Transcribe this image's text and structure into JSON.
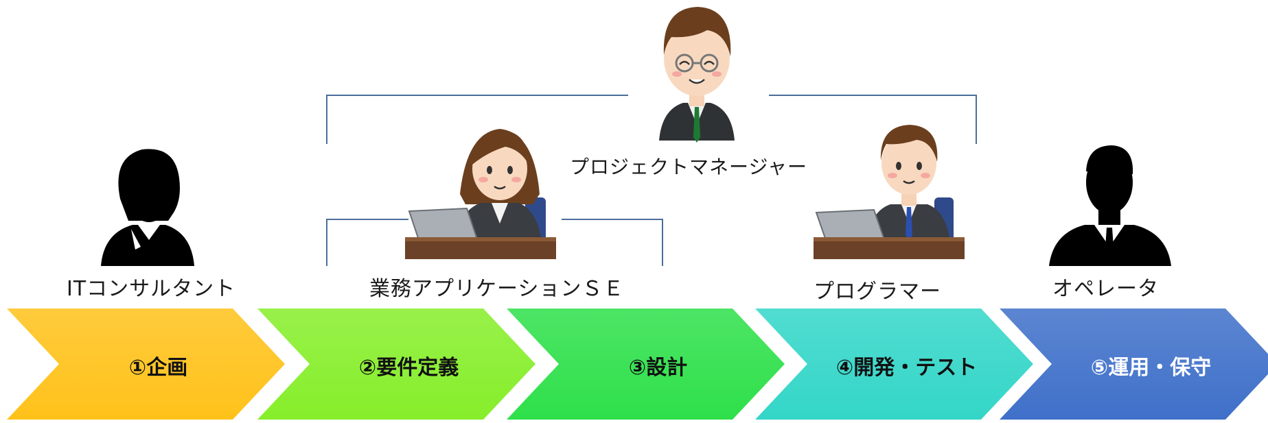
{
  "roles": {
    "consultant": "ITコンサルタント",
    "business_se": "業務アプリケーションＳＥ",
    "project_manager": "プロジェクトマネージャー",
    "programmer": "プログラマー",
    "operator": "オペレータ"
  },
  "phases": [
    {
      "label": "①企画",
      "color": "#FFC21A",
      "text_color": "#111111"
    },
    {
      "label": "②要件定義",
      "color": "#86EE2A",
      "text_color": "#111111"
    },
    {
      "label": "③設計",
      "color": "#2EE04A",
      "text_color": "#111111"
    },
    {
      "label": "④開発・テスト",
      "color": "#33D6C8",
      "text_color": "#111111"
    },
    {
      "label": "⑤運用・保守",
      "color": "#3F70C9",
      "text_color": "#ffffff"
    }
  ],
  "colors": {
    "bracket_line": "#4A6E99",
    "silhouette": "#000000"
  },
  "icons": {
    "consultant": "female-silhouette-icon",
    "business_se": "woman-at-laptop-icon",
    "project_manager": "man-with-glasses-icon",
    "programmer": "man-at-laptop-icon",
    "operator": "male-silhouette-icon"
  }
}
